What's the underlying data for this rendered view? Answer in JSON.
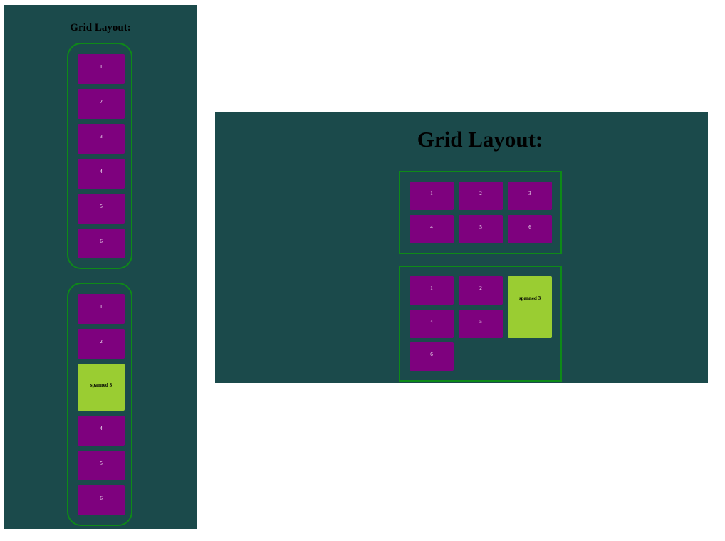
{
  "narrow_view": {
    "title": "Grid Layout:",
    "grid_basic": {
      "items": [
        "1",
        "2",
        "3",
        "4",
        "5",
        "6"
      ]
    },
    "grid_spanned": {
      "items": [
        "1",
        "2",
        "spanned 3",
        "4",
        "5",
        "6"
      ]
    }
  },
  "wide_view": {
    "title": "Grid Layout:",
    "grid_basic": {
      "items": [
        "1",
        "2",
        "3",
        "4",
        "5",
        "6"
      ]
    },
    "grid_spanned": {
      "items": [
        "1",
        "2",
        "spanned 3",
        "4",
        "5",
        "6"
      ]
    }
  },
  "colors": {
    "panel_background": "#1b4a4b",
    "grid_border": "#0e8a18",
    "cell_background": "#7e017e",
    "spanned_cell_background": "#9acd32"
  }
}
